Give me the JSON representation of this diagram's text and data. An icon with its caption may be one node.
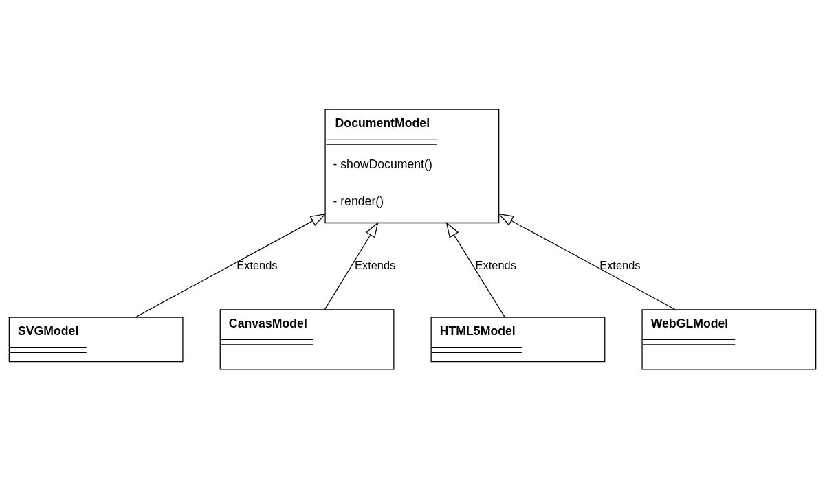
{
  "diagram": {
    "nodes": [
      {
        "text": [
          "DocumentModel",
          "- showDocument()",
          "- render()"
        ]
      },
      {
        "text": [
          "SVGModel"
        ]
      },
      {
        "text": [
          "CanvasModel"
        ]
      },
      {
        "text": [
          "HTML5Model"
        ]
      },
      {
        "text": [
          "WebGLModel"
        ]
      }
    ],
    "edges": [
      {
        "from": 1,
        "to": 0,
        "arrow": "to",
        "label": "Extends"
      },
      {
        "from": 2,
        "to": 0,
        "arrow": "to",
        "label": "Extends"
      },
      {
        "from": 3,
        "to": 0,
        "arrow": "to",
        "label": "Extends"
      },
      {
        "from": 4,
        "to": 0,
        "arrow": "to",
        "label": "Extends"
      }
    ]
  }
}
